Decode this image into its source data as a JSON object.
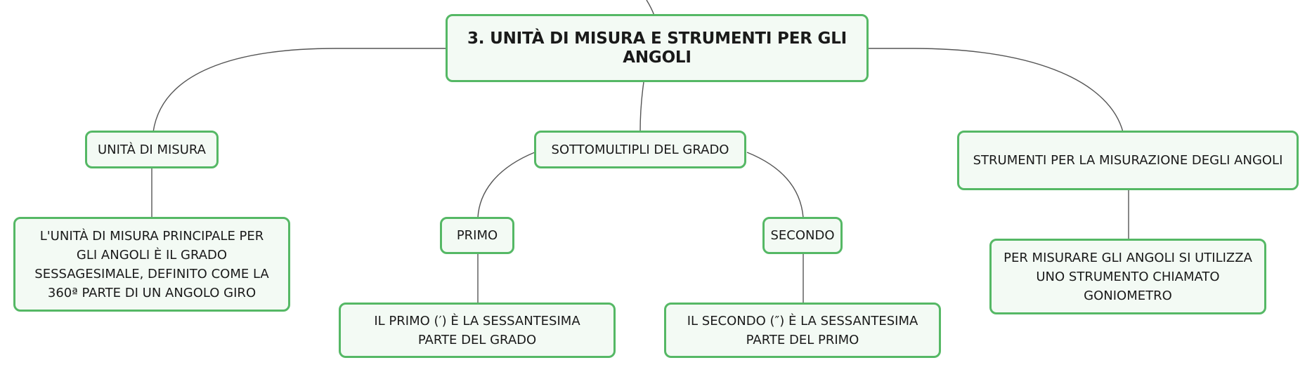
{
  "diagram": {
    "title": "3. UNITÀ DI MISURA E STRUMENTI PER GLI ANGOLI",
    "branches": {
      "units": {
        "label": "UNITÀ DI MISURA",
        "detail": "L'UNITÀ DI MISURA PRINCIPALE PER GLI ANGOLI È IL GRADO SESSAGESIMALE, DEFINITO COME LA 360ª PARTE DI UN ANGOLO GIRO"
      },
      "submultiples": {
        "label": "SOTTOMULTIPLI DEL GRADO",
        "primo": {
          "label": "PRIMO",
          "detail": "IL PRIMO (′) È LA SESSANTESIMA PARTE DEL GRADO"
        },
        "secondo": {
          "label": "SECONDO",
          "detail": "IL SECONDO (″) È LA SESSANTESIMA PARTE DEL PRIMO"
        }
      },
      "instruments": {
        "label": "STRUMENTI PER LA MISURAZIONE DEGLI ANGOLI",
        "detail": "PER MISURARE GLI ANGOLI SI UTILIZZA UNO STRUMENTO CHIAMATO GONIOMETRO"
      }
    }
  },
  "colors": {
    "node_border": "#55b865",
    "node_fill": "#f3faf4",
    "edge": "#555555",
    "text": "#1a1a1a"
  }
}
